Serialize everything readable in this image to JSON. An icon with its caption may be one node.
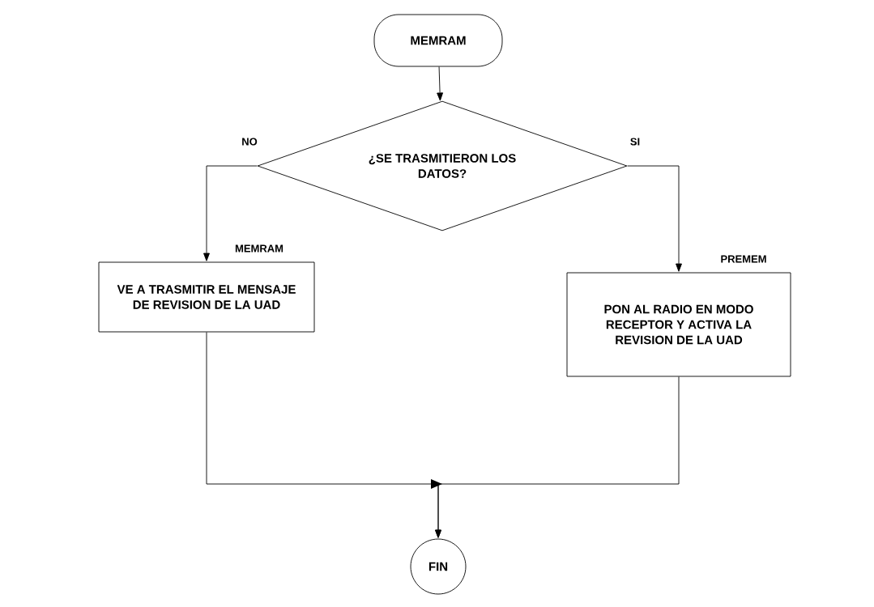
{
  "diagram": {
    "nodes": [
      {
        "text": [
          "MEMRAM"
        ]
      },
      {
        "text": [
          "¿SE TRASMITIERON LOS DATOS?"
        ]
      },
      {
        "text": [
          "VE A TRASMITIR EL MENSAJE DE REVISION DE LA UAD"
        ],
        "beside": [
          "MEMRAM"
        ]
      },
      {
        "text": [
          "PON AL RADIO EN MODO RECEPTOR Y ACTIVA LA REVISION DE LA UAD"
        ],
        "beside": [
          "PREMEM"
        ]
      },
      {
        "text": [
          "FIN"
        ]
      }
    ],
    "edges": [
      {
        "from": 0,
        "to": 1,
        "arrow": "to"
      },
      {
        "from": 1,
        "to": 2,
        "arrow": "to",
        "label": "NO"
      },
      {
        "from": 1,
        "to": 3,
        "arrow": "to",
        "label": "SI"
      },
      {
        "from": 2,
        "to": 4,
        "arrow": "to"
      },
      {
        "from": 3,
        "to": 4,
        "arrow": "to"
      }
    ]
  }
}
